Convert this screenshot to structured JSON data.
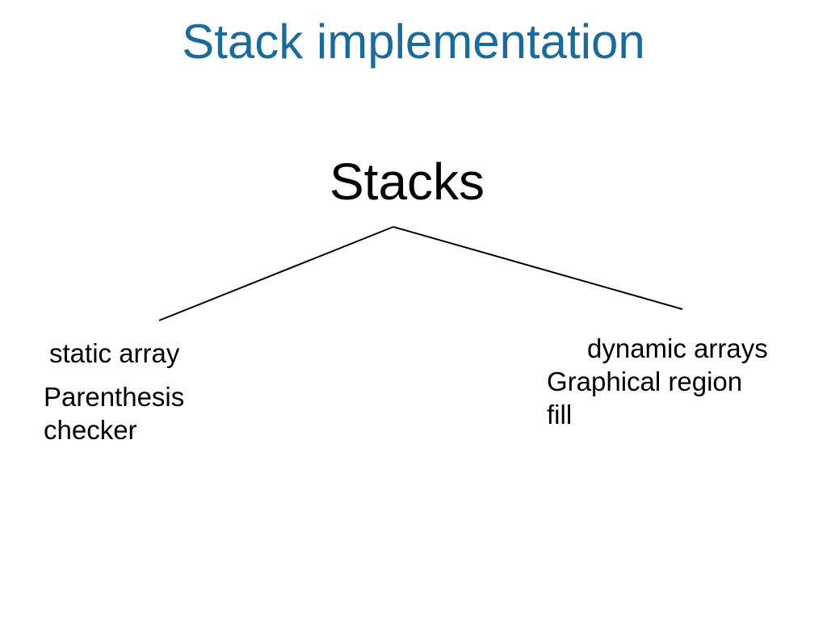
{
  "slide": {
    "title": "Stack implementation",
    "root_label": "Stacks",
    "left_branch": {
      "label": "static array",
      "sub_line1": "Parenthesis",
      "sub_line2": "checker"
    },
    "right_branch": {
      "label": "dynamic arrays",
      "sub_line1": "Graphical region",
      "sub_line2": "fill"
    }
  },
  "colors": {
    "title": "#1a6b9c",
    "text": "#000000",
    "line": "#000000",
    "background": "#ffffff"
  }
}
